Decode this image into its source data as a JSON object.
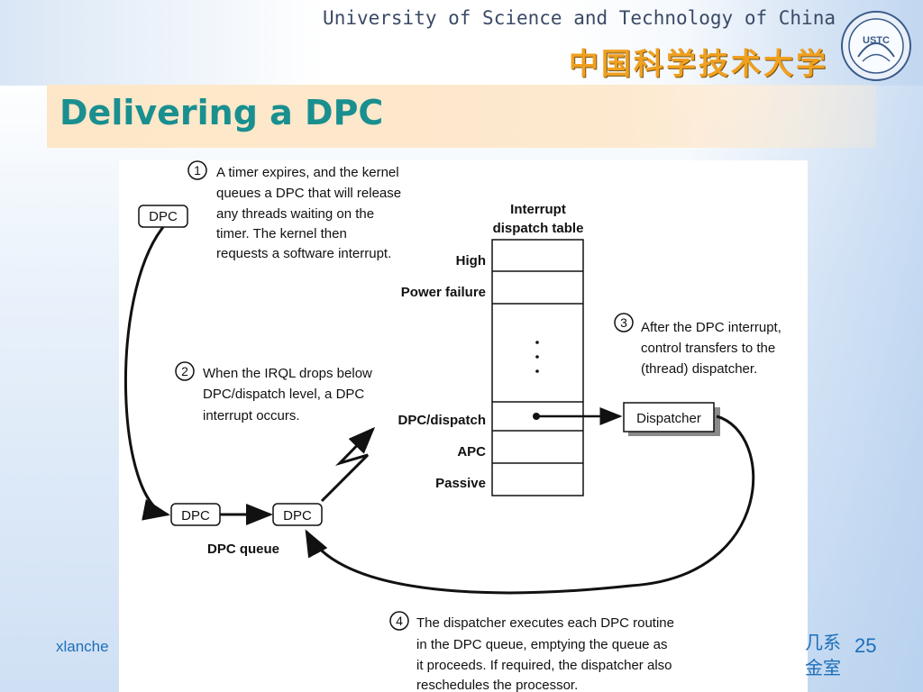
{
  "header": {
    "university_en": "University of Science and Technology of China",
    "university_cn": "中国科学技术大学",
    "logo_text": "USTC"
  },
  "slide": {
    "title": "Delivering a DPC",
    "page_number": "25",
    "footer_left": "xlanche",
    "footer_right_line1": "几系",
    "footer_right_line2": "金室"
  },
  "diagram": {
    "step1_number": "1",
    "step1_lines": [
      "A timer expires, and the kernel",
      "queues a DPC that will release",
      "any threads waiting on the",
      "timer. The kernel then",
      "requests a software interrupt."
    ],
    "step2_number": "2",
    "step2_lines": [
      "When the IRQL drops below",
      "DPC/dispatch level, a DPC",
      "interrupt occurs."
    ],
    "step3_number": "3",
    "step3_lines": [
      "After the DPC interrupt,",
      "control transfers to the",
      "(thread) dispatcher."
    ],
    "step4_number": "4",
    "step4_lines": [
      "The dispatcher executes each DPC routine",
      "in the DPC queue, emptying the queue as",
      "it proceeds. If required, the dispatcher also",
      "reschedules the processor."
    ],
    "dpc_box_label": "DPC",
    "queue_label": "DPC queue",
    "table_title_line1": "Interrupt",
    "table_title_line2": "dispatch table",
    "table_rows": [
      "High",
      "Power failure",
      "DPC/dispatch",
      "APC",
      "Passive"
    ],
    "dispatcher_label": "Dispatcher"
  },
  "colors": {
    "title": "#1a8f8f",
    "university_cn": "#f0a020",
    "footer_text": "#1d6fb8"
  }
}
